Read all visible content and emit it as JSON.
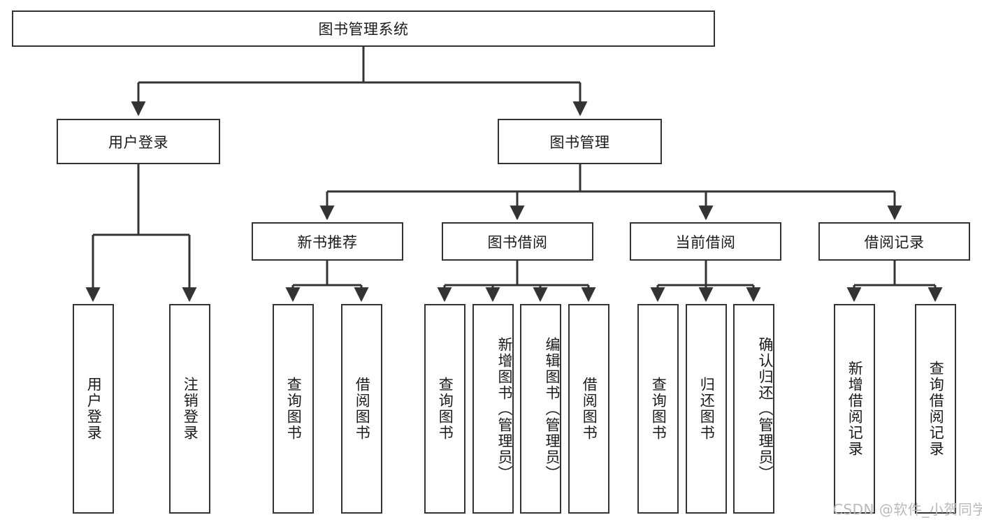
{
  "diagram": {
    "title": "图书管理系统",
    "type": "hierarchy-tree",
    "levels": 4,
    "colors": {
      "border": "#333333",
      "fill": "#ffffff",
      "text": "#1a1a1a",
      "edge": "#333333",
      "watermark": "#b9b9b9"
    },
    "nodes": {
      "root": {
        "label": "图书管理系统"
      },
      "level2": [
        {
          "id": "user-login",
          "label": "用户登录"
        },
        {
          "id": "book-management",
          "label": "图书管理"
        }
      ],
      "level3": [
        {
          "id": "new-book-recommend",
          "label": "新书推荐"
        },
        {
          "id": "book-borrow",
          "label": "图书借阅"
        },
        {
          "id": "current-borrow",
          "label": "当前借阅"
        },
        {
          "id": "borrow-record",
          "label": "借阅记录"
        }
      ],
      "leaves": {
        "user-login": [
          {
            "id": "leaf-user-login",
            "label": "用户登录"
          },
          {
            "id": "leaf-logout",
            "label": "注销登录"
          }
        ],
        "new-book-recommend": [
          {
            "id": "leaf-query-book-1",
            "label": "查询图书"
          },
          {
            "id": "leaf-borrow-book-1",
            "label": "借阅图书"
          }
        ],
        "book-borrow": [
          {
            "id": "leaf-query-book-2",
            "label": "查询图书"
          },
          {
            "id": "leaf-add-book",
            "label": "新增图书（管理员）"
          },
          {
            "id": "leaf-edit-book",
            "label": "编辑图书（管理员）"
          },
          {
            "id": "leaf-borrow-book-2",
            "label": "借阅图书"
          }
        ],
        "current-borrow": [
          {
            "id": "leaf-query-book-3",
            "label": "查询图书"
          },
          {
            "id": "leaf-return-book",
            "label": "归还图书"
          },
          {
            "id": "leaf-confirm-return",
            "label": "确认归还（管理员）"
          }
        ],
        "borrow-record": [
          {
            "id": "leaf-add-record",
            "label": "新增借阅记录"
          },
          {
            "id": "leaf-query-record",
            "label": "查询借阅记录"
          }
        ]
      }
    }
  },
  "watermark": {
    "text": "CSDN @软件_小贺同学"
  }
}
